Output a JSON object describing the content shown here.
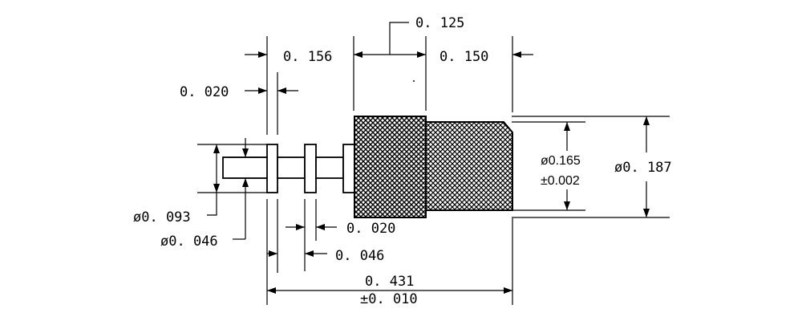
{
  "drawing": {
    "dimensions": {
      "d0125": "0. 125",
      "d0156": "0. 156",
      "d0150": "0. 150",
      "d0020_top": "0. 020",
      "dia0165_line1": "ø0.165",
      "dia0165_line2": "±0.002",
      "dia0187": "ø0. 187",
      "dia0093": "ø0. 093",
      "dia0046": "ø0. 046",
      "d0020_bottom": "0. 020",
      "d0046": "0. 046",
      "d0431_line1": "0. 431",
      "d0431_line2": "±0. 010"
    }
  }
}
